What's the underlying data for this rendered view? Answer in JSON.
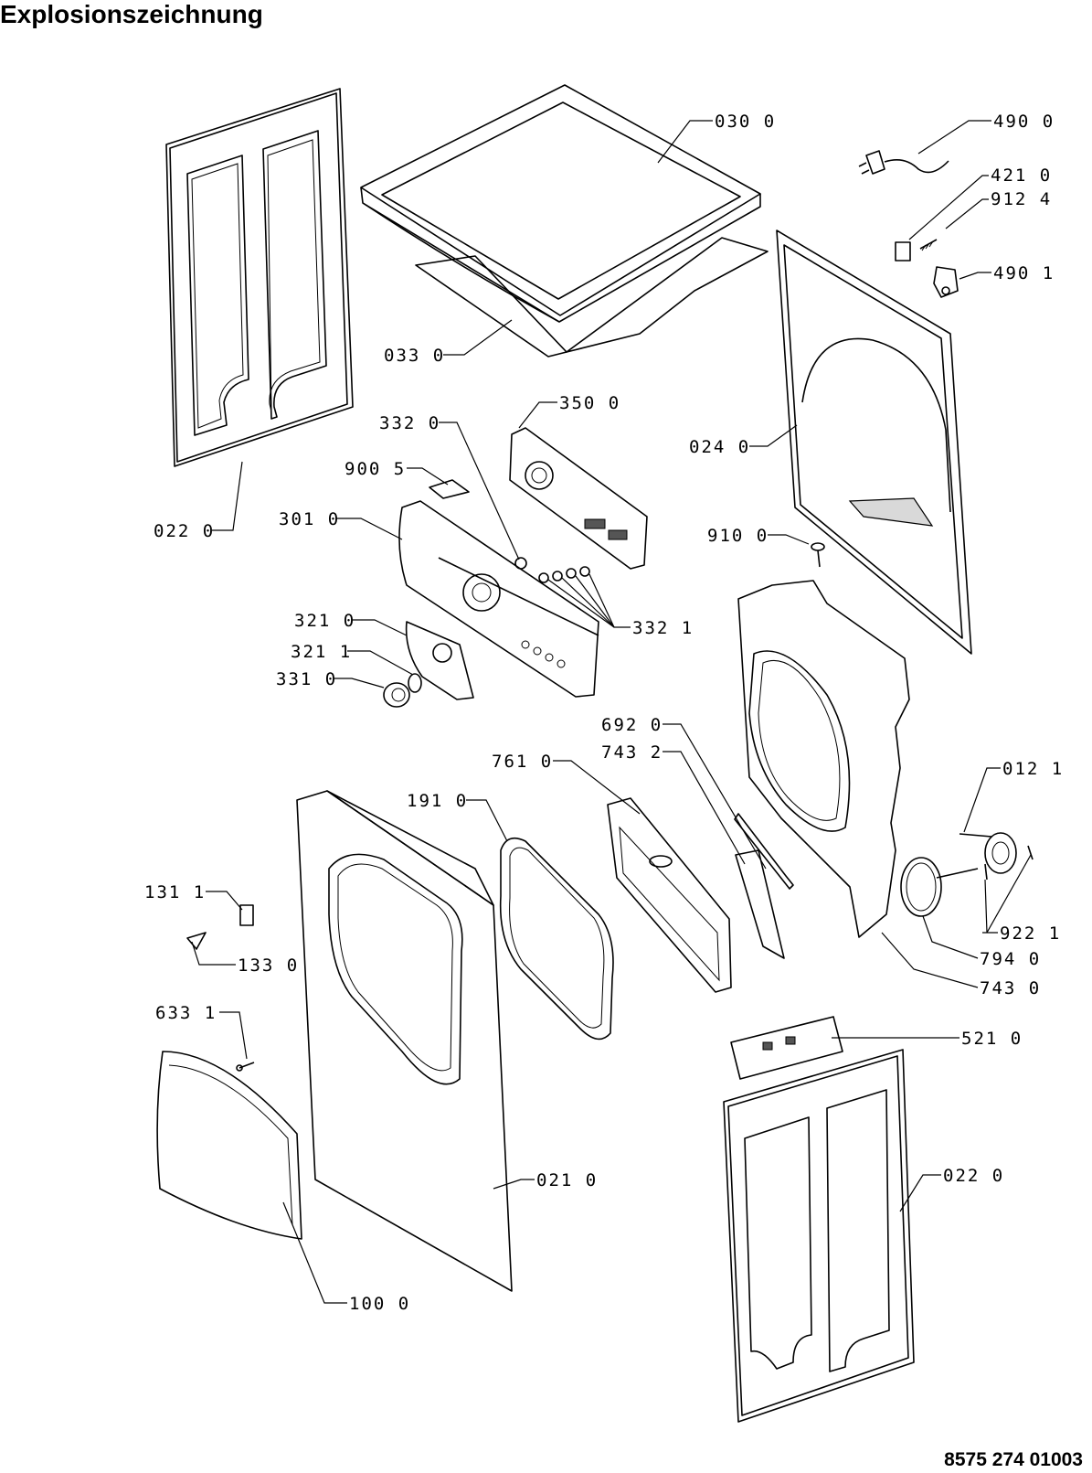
{
  "title": "Explosionszeichnung",
  "doc_number": "8575 274 01003",
  "labels": [
    {
      "id": "030-0",
      "text": "030 0"
    },
    {
      "id": "490-0",
      "text": "490 0"
    },
    {
      "id": "421-0",
      "text": "421 0"
    },
    {
      "id": "912-4",
      "text": "912 4"
    },
    {
      "id": "490-1",
      "text": "490 1"
    },
    {
      "id": "033-0",
      "text": "033 0"
    },
    {
      "id": "350-0",
      "text": "350 0"
    },
    {
      "id": "332-0",
      "text": "332 0"
    },
    {
      "id": "024-0",
      "text": "024 0"
    },
    {
      "id": "900-5",
      "text": "900 5"
    },
    {
      "id": "022-0-top",
      "text": "022 0"
    },
    {
      "id": "301-0",
      "text": "301 0"
    },
    {
      "id": "910-0",
      "text": "910 0"
    },
    {
      "id": "332-1",
      "text": "332 1"
    },
    {
      "id": "321-0",
      "text": "321 0"
    },
    {
      "id": "321-1",
      "text": "321 1"
    },
    {
      "id": "331-0",
      "text": "331 0"
    },
    {
      "id": "692-0",
      "text": "692 0"
    },
    {
      "id": "743-2",
      "text": "743 2"
    },
    {
      "id": "761-0",
      "text": "761 0"
    },
    {
      "id": "012-1",
      "text": "012 1"
    },
    {
      "id": "191-0",
      "text": "191 0"
    },
    {
      "id": "131-1",
      "text": "131 1"
    },
    {
      "id": "922-1",
      "text": "922 1"
    },
    {
      "id": "133-0",
      "text": "133 0"
    },
    {
      "id": "794-0",
      "text": "794 0"
    },
    {
      "id": "743-0",
      "text": "743 0"
    },
    {
      "id": "633-1",
      "text": "633 1"
    },
    {
      "id": "521-0",
      "text": "521 0"
    },
    {
      "id": "021-0",
      "text": "021 0"
    },
    {
      "id": "022-0-bottom",
      "text": "022 0"
    },
    {
      "id": "100-0",
      "text": "100 0"
    }
  ]
}
